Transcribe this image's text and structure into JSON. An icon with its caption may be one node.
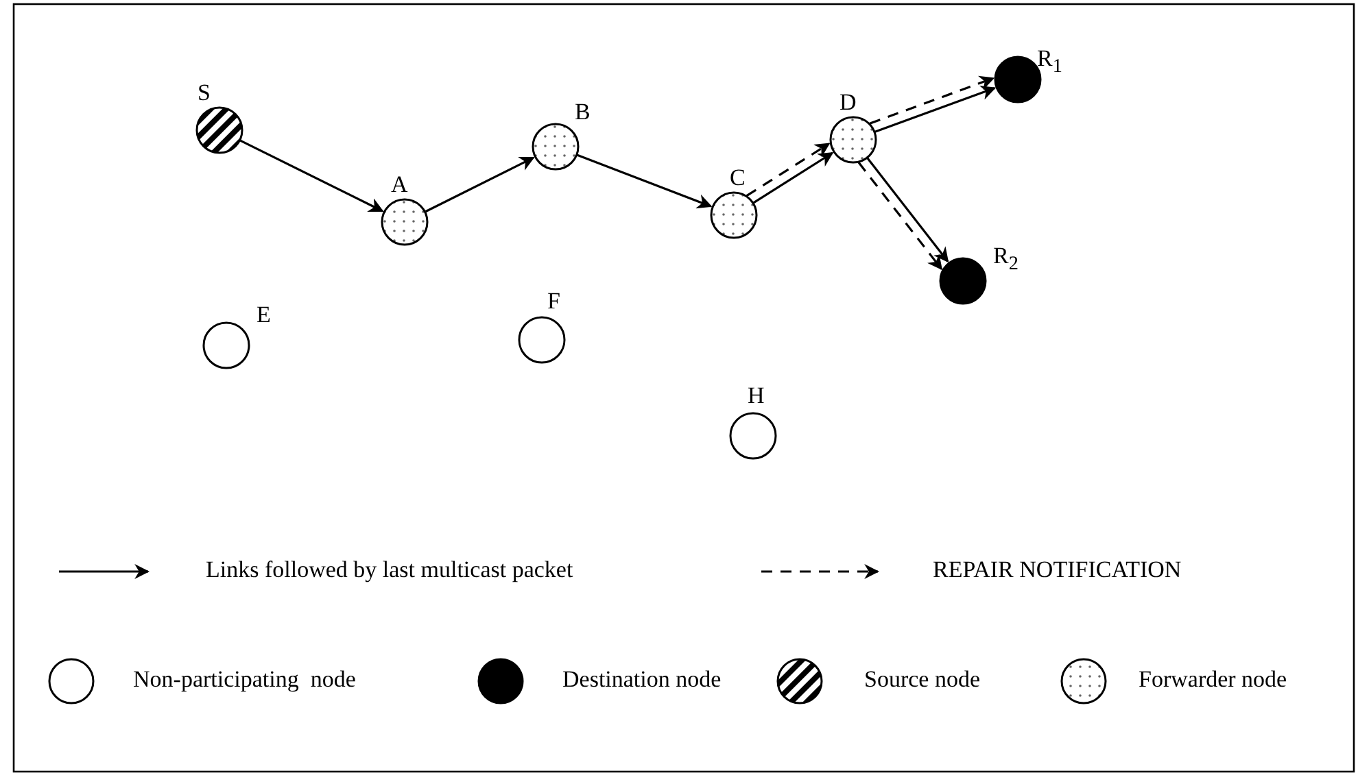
{
  "diagram": {
    "nodes": [
      {
        "text": [
          "S"
        ]
      },
      {
        "text": [
          "A"
        ]
      },
      {
        "text": [
          "B"
        ]
      },
      {
        "text": [
          "C"
        ]
      },
      {
        "text": [
          "D"
        ]
      },
      {
        "text": [
          "R$_{1}$"
        ]
      },
      {
        "text": [
          "R$_{2}$"
        ]
      },
      {
        "text": [
          "E"
        ]
      },
      {
        "text": [
          "F"
        ]
      },
      {
        "text": [
          "H"
        ]
      }
    ],
    "edges": [
      {
        "from": 0,
        "to": 1,
        "arrow": "to"
      },
      {
        "from": 1,
        "to": 2,
        "arrow": "to"
      },
      {
        "from": 2,
        "to": 3,
        "arrow": "to"
      },
      {
        "from": 3,
        "to": 4,
        "arrow": "to"
      },
      {
        "from": 3,
        "to": 4,
        "arrow": "to",
        "style": "dashed"
      },
      {
        "from": 4,
        "to": 5,
        "arrow": "to"
      },
      {
        "from": 4,
        "to": 5,
        "arrow": "to",
        "style": "dashed"
      },
      {
        "from": 4,
        "to": 6,
        "arrow": "to"
      },
      {
        "from": 4,
        "to": 6,
        "arrow": "to",
        "style": "dashed"
      }
    ],
    "legend": [
      {
        "text": "Links followed by last multicast packet"
      },
      {
        "text": "REPAIR NOTIFICATION"
      },
      {
        "text": "Non-participating  node"
      },
      {
        "text": "Destination node"
      },
      {
        "text": "Source node"
      },
      {
        "text": "Forwarder node"
      }
    ]
  }
}
